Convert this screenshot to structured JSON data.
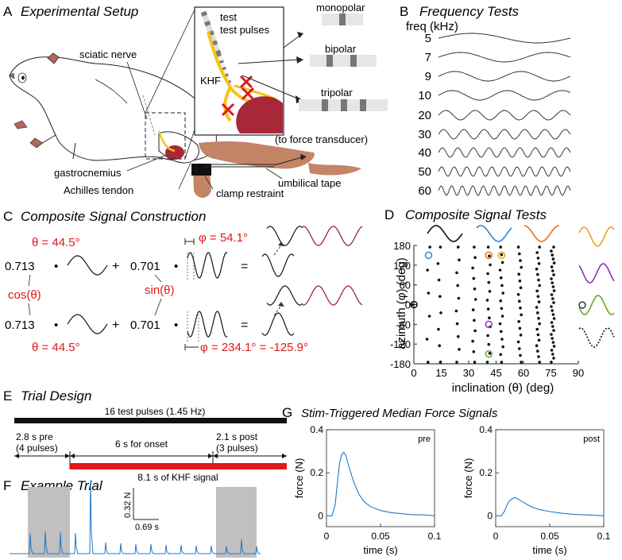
{
  "colors": {
    "red": "#e01818",
    "blue": "#1f78c8",
    "darkred": "#8b1a2a",
    "muscle": "#a8283a",
    "tendon": "#c48466",
    "yellow": "#f5c518",
    "gray_box": "#c0c0c0",
    "comp_blue": "#2a8ad4",
    "comp_orange": "#e8701a",
    "comp_gold": "#e8a218",
    "comp_purple": "#8e2eb8",
    "comp_green": "#6aa828"
  },
  "panelA": {
    "letter": "A",
    "title": "Experimental Setup",
    "labels": {
      "sciatic": "sciatic nerve",
      "test_pulses": "test pulses",
      "khf": "KHF",
      "gastrocnemius": "gastrocnemius",
      "achilles": "Achilles tendon",
      "clamp": "clamp restraint",
      "umbilical": "umbilical tape",
      "force": "(to force transducer)"
    },
    "electrodes": [
      "monopolar",
      "bipolar",
      "tripolar"
    ]
  },
  "panelB": {
    "letter": "B",
    "title": "Frequency Tests",
    "header": "freq (kHz)",
    "freqs": [
      "5",
      "7",
      "9",
      "10",
      "20",
      "30",
      "40",
      "50",
      "60"
    ]
  },
  "panelC": {
    "letter": "C",
    "title": "Composite Signal Construction",
    "theta_top": "θ = 44.5°",
    "theta_bottom": "θ = 44.5°",
    "phi_top": "φ = 54.1°",
    "phi_bottom": "φ = 234.1° = -125.9°",
    "coef_cos": "0.713",
    "coef_sin": "0.701",
    "cos_label": "cos(θ)",
    "sin_label": "sin(θ)",
    "dot": "•",
    "plus": "+",
    "eq": "="
  },
  "panelD": {
    "letter": "D",
    "title": "Composite Signal Tests",
    "ylabel": "azimuth (φ) (deg)",
    "xlabel": "inclination (θ) (deg)",
    "yticks": [
      "180",
      "120",
      "60",
      "0",
      "-60",
      "-120",
      "-180"
    ],
    "xticks": [
      "0",
      "15",
      "30",
      "45",
      "60",
      "75",
      "90"
    ]
  },
  "panelE": {
    "letter": "E",
    "title": "Trial Design",
    "bar_label": "16  test pulses (1.45 Hz)",
    "pre_1": "2.8 s pre",
    "pre_2": "(4 pulses)",
    "onset": "6 s for onset",
    "post_1": "2.1 s post",
    "post_2": "(3 pulses)",
    "khf_label": "8.1 s of KHF signal"
  },
  "panelF": {
    "letter": "F",
    "title": "Example Trial",
    "scale_y": "0.32 N",
    "scale_x": "0.69 s"
  },
  "panelG": {
    "letter": "G",
    "title": "Stim-Triggered Median Force Signals",
    "ylabel": "force (N)",
    "xlabel": "time (s)",
    "yticks": [
      "0.4",
      "0.2",
      "0"
    ],
    "xticks": [
      "0",
      "0.05",
      "0.1"
    ],
    "pre": "pre",
    "post": "post",
    "chart_data": [
      {
        "type": "line",
        "title": "pre",
        "xlabel": "time (s)",
        "ylabel": "force (N)",
        "xlim": [
          0,
          0.1
        ],
        "ylim": [
          -0.05,
          0.4
        ],
        "series": [
          {
            "x": [
              0,
              0.005,
              0.008,
              0.01,
              0.012,
              0.014,
              0.016,
              0.018,
              0.02,
              0.025,
              0.03,
              0.035,
              0.04,
              0.05,
              0.06,
              0.07,
              0.08,
              0.09,
              0.1
            ],
            "y": [
              0,
              0,
              0.05,
              0.15,
              0.24,
              0.285,
              0.295,
              0.28,
              0.24,
              0.16,
              0.1,
              0.065,
              0.045,
              0.025,
              0.015,
              0.01,
              0.005,
              0.005,
              0.0
            ]
          }
        ]
      },
      {
        "type": "line",
        "title": "post",
        "xlabel": "time (s)",
        "ylabel": "force (N)",
        "xlim": [
          0,
          0.1
        ],
        "ylim": [
          -0.05,
          0.4
        ],
        "series": [
          {
            "x": [
              0,
              0.005,
              0.008,
              0.01,
              0.012,
              0.015,
              0.018,
              0.02,
              0.025,
              0.03,
              0.035,
              0.04,
              0.05,
              0.06,
              0.07,
              0.08,
              0.09,
              0.1
            ],
            "y": [
              0,
              0,
              0.02,
              0.045,
              0.065,
              0.08,
              0.085,
              0.08,
              0.065,
              0.05,
              0.038,
              0.03,
              0.02,
              0.013,
              0.008,
              0.005,
              0.003,
              0.0
            ]
          }
        ]
      }
    ]
  }
}
